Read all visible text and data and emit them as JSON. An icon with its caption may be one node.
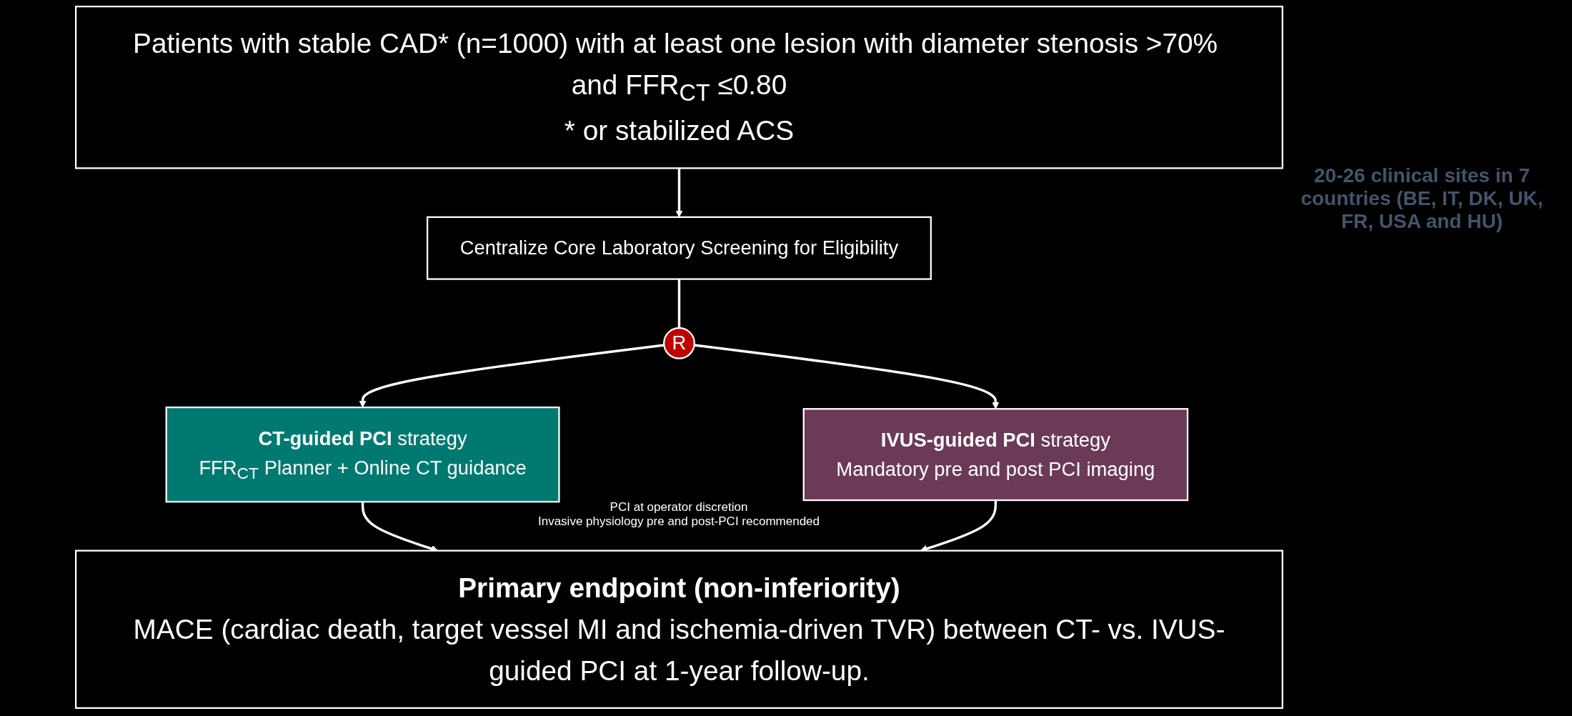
{
  "diagram": {
    "nodes": [
      {
        "text": [
          "Patients with stable CAD* (n=1000) with at least one lesion with diameter stenosis >70% and FFR$_{CT}$ ≤0.80",
          "* or stabilized ACS"
        ]
      },
      {
        "text": [
          "Centralize Core Laboratory Screening for Eligibility"
        ]
      },
      {
        "text": [
          "R"
        ]
      },
      {
        "text": [
          "**CT-guided PCI** strategy",
          "FFR$_{CT}$ Planner + Online CT guidance"
        ]
      },
      {
        "text": [
          "**IVUS-guided PCI** strategy",
          "Mandatory pre and post PCI imaging"
        ]
      },
      {
        "text": [
          "Primary endpoint (non-inferiority)",
          "MACE (cardiac death, target vessel MI and ischemia-driven TVR) between CT- vs. IVUS-guided PCI at 1-year follow-up."
        ]
      }
    ],
    "edges": [
      {
        "from": 0,
        "to": 1,
        "arrow": "to"
      },
      {
        "from": 1,
        "to": 2,
        "arrow": "none"
      },
      {
        "from": 2,
        "to": 3,
        "arrow": "to"
      },
      {
        "from": 2,
        "to": 4,
        "arrow": "to"
      },
      {
        "from": 3,
        "to": 5,
        "arrow": "to"
      },
      {
        "from": 4,
        "to": 5,
        "arrow": "to"
      }
    ],
    "labels": [
      "20-26 clinical sites in 7 countries (BE, IT, DK, UK, FR, USA and HU)",
      "PCI at operator discretion",
      "Invasive physiology pre and post-PCI recommended"
    ]
  }
}
